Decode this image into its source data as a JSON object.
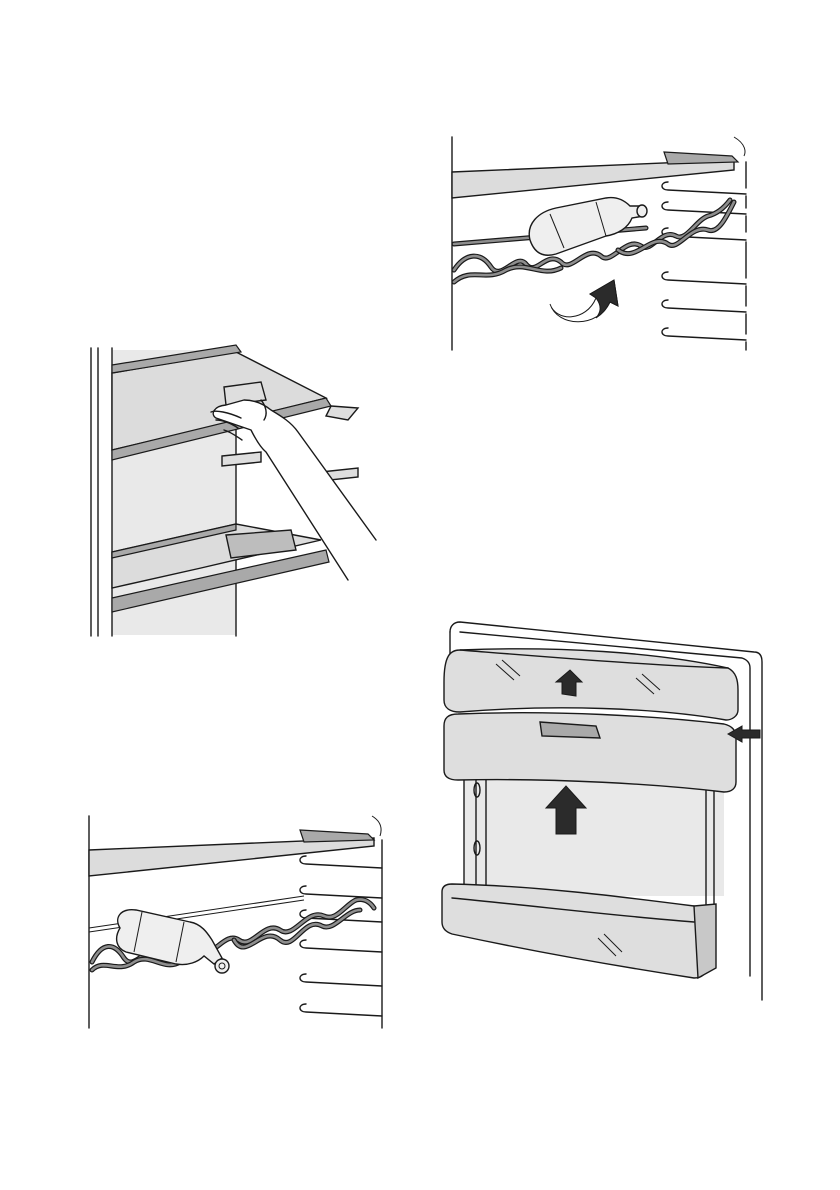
{
  "figures": [
    {
      "id": "shelf-removal",
      "icon": "hand-lifting-shelf-illustration"
    },
    {
      "id": "wine-rack-top",
      "icon": "wine-rack-bottle-illustration"
    },
    {
      "id": "wine-rack-bottom",
      "icon": "wine-rack-bottle-illustration"
    },
    {
      "id": "door-balcony",
      "icon": "door-balcony-removal-illustration"
    }
  ],
  "colors": {
    "line": "#1a1a1a",
    "shelf": "#dcdcdc",
    "shadow": "#a9a9a9",
    "arrow": "#2b2b2b"
  }
}
